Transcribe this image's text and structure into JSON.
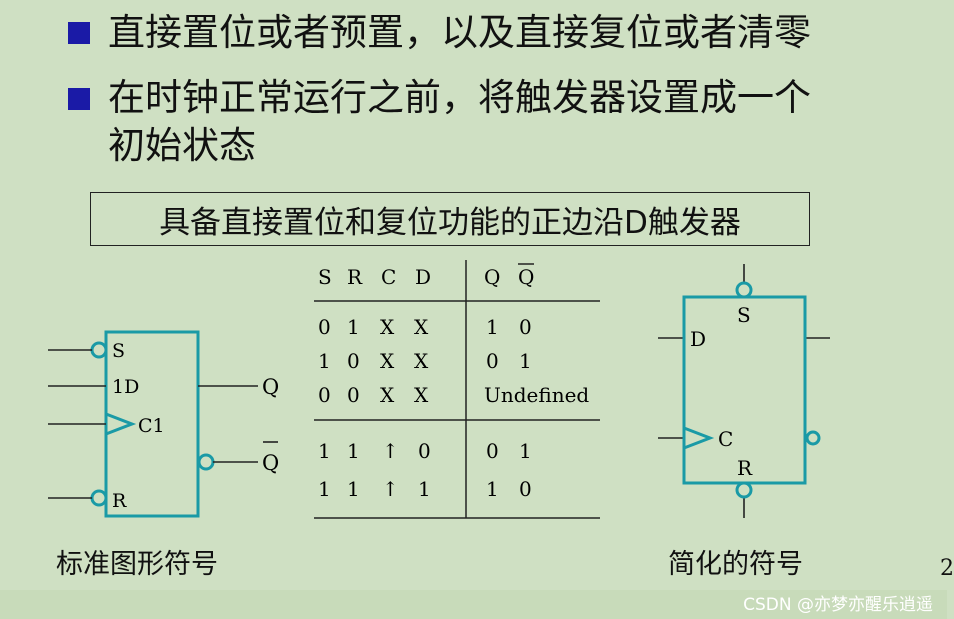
{
  "bullets": [
    {
      "text": "直接置位或者预置，以及直接复位或者清零"
    },
    {
      "text_line1": "在时钟正常运行之前，将触发器设置成一个",
      "text_line2": "初始状态"
    }
  ],
  "title_box": "具备直接置位和复位功能的正边沿D触发器",
  "standard_symbol": {
    "inputs": {
      "s": "S",
      "d": "1D",
      "c": "C1",
      "r": "R"
    },
    "outputs": {
      "q": "Q",
      "qbar": "Q"
    },
    "caption": "标准图形符号"
  },
  "truth_table": {
    "headers": [
      "S",
      "R",
      "C",
      "D",
      "Q",
      "Q"
    ],
    "group1": [
      [
        "0",
        "1",
        "X",
        "X",
        "1",
        "0"
      ],
      [
        "1",
        "0",
        "X",
        "X",
        "0",
        "1"
      ],
      [
        "0",
        "0",
        "X",
        "X",
        "Undefined",
        ""
      ]
    ],
    "group2": [
      [
        "1",
        "1",
        "↑",
        "0",
        "0",
        "1"
      ],
      [
        "1",
        "1",
        "↑",
        "1",
        "1",
        "0"
      ]
    ]
  },
  "simplified_symbol": {
    "labels": {
      "s": "S",
      "d": "D",
      "c": "C",
      "r": "R"
    },
    "caption": "简化的符号"
  },
  "page_number": "2",
  "watermark": "CSDN @亦梦亦醒乐逍遥",
  "colors": {
    "background": "#cfe0c3",
    "bullet": "#1a1aa6",
    "symbol_stroke": "#1a9aa6",
    "line": "#222222"
  }
}
